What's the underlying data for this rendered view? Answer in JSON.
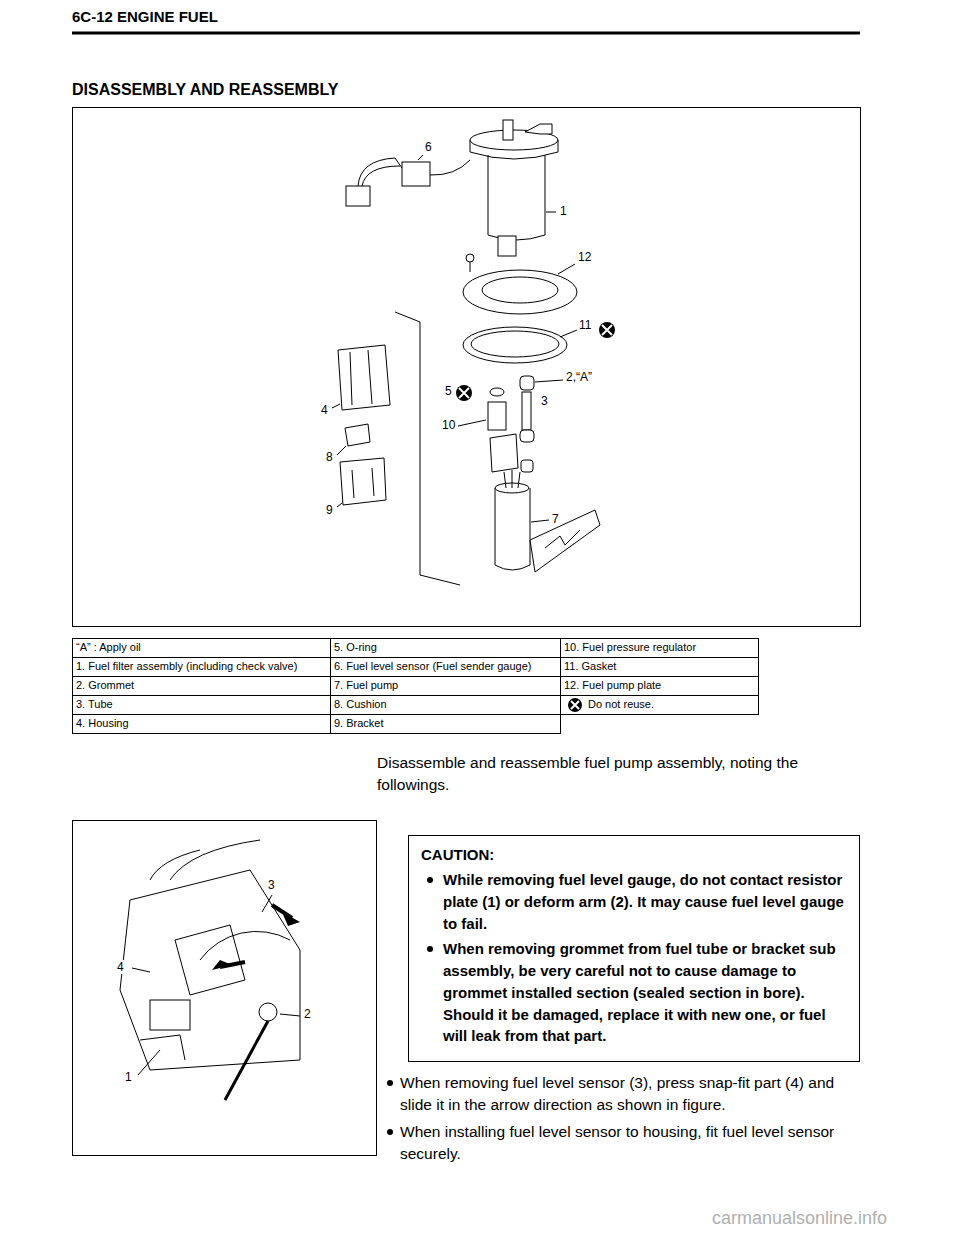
{
  "diagram": {
    "title": "DISASSEMBLY AND REASSEMBLY",
    "nodes": [
      {
        "text": [
          "CAUTION:",
          "While removing fuel level gauge, do not contact resistor plate (1) or deform arm (2). It may cause fuel level gauge to fail.",
          "When removing grommet from fuel tube or bracket sub assembly, be very careful not to cause damage to grommet installed section (sealed section in bore). Should it be damaged, replace it with new one, or fuel will leak from that part."
        ]
      }
    ],
    "labels": [
      "6C-12 ENGINE FUEL",
      "6",
      "1",
      "12",
      "11",
      "5",
      "2,“A”",
      "3",
      "4",
      "10",
      "8",
      "9",
      "7",
      "“A” : Apply oil",
      "5. O-ring",
      "10. Fuel pressure regulator",
      "1. Fuel filter assembly (including check valve)",
      "6. Fuel level sensor (Fuel sender gauge)",
      "11. Gasket",
      "2. Grommet",
      "7. Fuel pump",
      "12. Fuel pump plate",
      "3. Tube",
      "8. Cushion",
      "Do not reuse.",
      "4. Housing",
      "9. Bracket",
      "Disassemble and reassemble fuel pump assembly, noting the followings.",
      "3",
      "4",
      "2",
      "1",
      "When removing fuel level sensor (3), press snap-fit part (4) and slide it in the arrow direction as shown in figure.",
      "When installing fuel level sensor to housing, fit fuel level sensor securely.",
      "carmanualsonline.info"
    ]
  }
}
